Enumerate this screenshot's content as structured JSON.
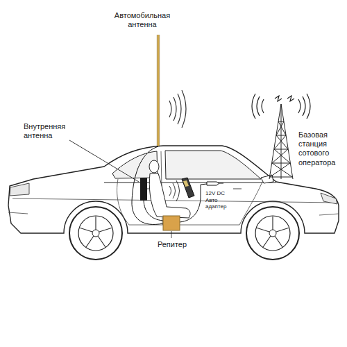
{
  "diagram": {
    "labels": [
      "Автомобильная антенна",
      "Базовая станция сотового оператора",
      "Внутренняя антенна",
      "12V DC Авто адаптер",
      "Репитер"
    ]
  }
}
